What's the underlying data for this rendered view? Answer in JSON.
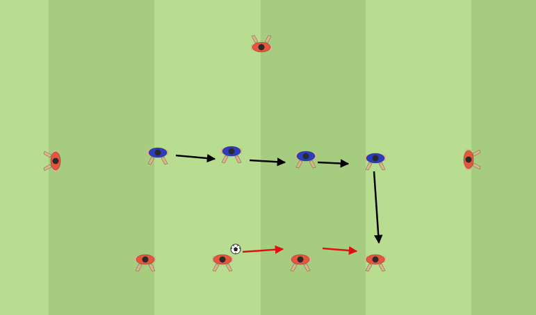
{
  "pitch": {
    "stripe_count": 5,
    "light_color": "#b8dc90",
    "dark_color": "#a6cc80"
  },
  "team_colors": {
    "red": "#e8553f",
    "blue": "#2d3dbf",
    "head": "#2a2a2a",
    "skin": "#d9b48f"
  },
  "players": [
    {
      "team": "red",
      "facing": "down",
      "label": ""
    },
    {
      "team": "red",
      "facing": "right",
      "label": ""
    },
    {
      "team": "red",
      "facing": "left",
      "label": ""
    },
    {
      "team": "blue",
      "facing": "up",
      "label": ""
    },
    {
      "team": "blue",
      "facing": "up",
      "label": ""
    },
    {
      "team": "blue",
      "facing": "up",
      "label": ""
    },
    {
      "team": "blue",
      "facing": "up",
      "label": ""
    },
    {
      "team": "red",
      "facing": "up",
      "label": ""
    },
    {
      "team": "red",
      "facing": "up",
      "label": ""
    },
    {
      "team": "red",
      "facing": "up",
      "label": ""
    },
    {
      "team": "red",
      "facing": "up",
      "label": ""
    }
  ],
  "ball": {
    "icon": "soccer-ball-icon"
  },
  "arrows": [
    {
      "type": "player-movement",
      "color": "#000000"
    },
    {
      "type": "player-movement",
      "color": "#000000"
    },
    {
      "type": "player-movement",
      "color": "#000000"
    },
    {
      "type": "player-movement",
      "color": "#000000"
    },
    {
      "type": "pass",
      "color": "#e01010"
    },
    {
      "type": "pass",
      "color": "#e01010"
    }
  ]
}
